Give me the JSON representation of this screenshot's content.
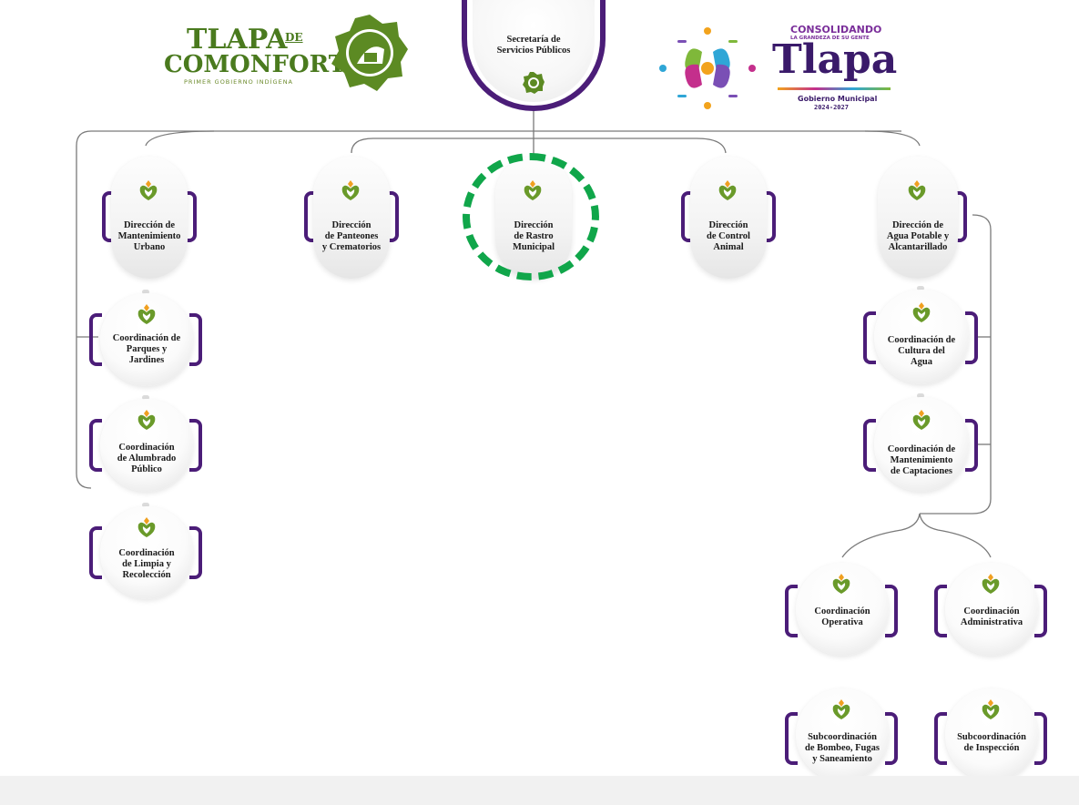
{
  "header": {
    "left_logo": {
      "line1": "TLAPA",
      "de": "DE",
      "line2": "COMONFORT",
      "tagline": "PRIMER GOBIERNO INDÍGENA"
    },
    "right_logo": {
      "slogan1": "CONSOLIDANDO",
      "slogan2": "LA GRANDEZA DE SU GENTE",
      "name": "Tlapa",
      "subtitle": "Gobierno Municipal",
      "years": "2024-2027"
    }
  },
  "root": {
    "label": "Secretaría de\nServicios Públicos"
  },
  "directions": [
    {
      "id": "mantenimiento",
      "label": "Dirección de\nMantenimiento\nUrbano"
    },
    {
      "id": "panteones",
      "label": "Dirección\nde Panteones\ny Crematorios"
    },
    {
      "id": "rastro",
      "label": "Dirección\nde Rastro\nMunicipal",
      "highlighted": true
    },
    {
      "id": "control",
      "label": "Dirección\nde Control\nAnimal"
    },
    {
      "id": "agua",
      "label": "Dirección de\nAgua Potable y\nAlcantarillado"
    }
  ],
  "left_coordinations": [
    {
      "label": "Coordinación de\nParques y\nJardines"
    },
    {
      "label": "Coordinación\nde Alumbrado\nPúblico"
    },
    {
      "label": "Coordinación\nde Limpia y\nRecolección"
    }
  ],
  "right_coordinations": [
    {
      "label": "Coordinación de\nCultura del\nAgua"
    },
    {
      "label": "Coordinación de\nMantenimiento\nde Captaciones"
    }
  ],
  "bottom_coordinations": [
    {
      "label": "Coordinación\nOperativa"
    },
    {
      "label": "Coordinación\nAdministrativa"
    }
  ],
  "subcoordinations": [
    {
      "label": "Subcoordinación\nde Bombeo, Fugas\ny Saneamiento"
    },
    {
      "label": "Subcoordinación\nde Inspección"
    }
  ],
  "colors": {
    "bracket": "#4b1d78",
    "highlight": "#10a64a",
    "leaf_green": "#6a9a2a",
    "leaf_orange": "#f0a020",
    "line": "#7a7a7a"
  }
}
